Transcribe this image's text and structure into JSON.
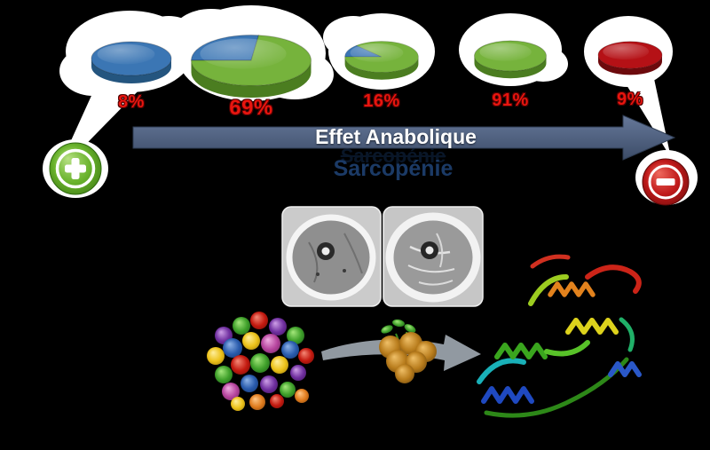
{
  "figure": {
    "arrow_label": "Effet Anabolique",
    "sarcopenia_label": "Sarcopénie",
    "background_color": "#000000",
    "arrow_color": "#44546a",
    "percent_text_color": "#e8150f"
  },
  "icons": {
    "positive": "plus-icon",
    "negative": "minus-icon",
    "positive_color": "#6ab32d",
    "negative_color": "#c01a1a"
  },
  "images": {
    "mri_left": "thigh-mri-cross-section-left",
    "mri_right": "thigh-mri-cross-section-right",
    "molecule_left": "colored-spheres-molecule-cluster",
    "molecule_middle": "amber-spheres-molecule",
    "protein": "protein-ribbon-structure"
  },
  "chart_data": [
    {
      "type": "pie",
      "label": "8%",
      "slices": [
        {
          "name": "blue",
          "color": "#3b76b4",
          "rim": "#24557f",
          "pct": 100
        }
      ]
    },
    {
      "type": "pie",
      "label": "69%",
      "slices": [
        {
          "name": "blue",
          "color": "#3b76b4",
          "rim": "#24557f",
          "pct": 27
        },
        {
          "name": "green",
          "color": "#76b33c",
          "rim": "#4b7d20",
          "pct": 73
        }
      ]
    },
    {
      "type": "pie",
      "label": "16%",
      "slices": [
        {
          "name": "blue",
          "color": "#3b76b4",
          "rim": "#24557f",
          "pct": 13
        },
        {
          "name": "green",
          "color": "#76b33c",
          "rim": "#4b7d20",
          "pct": 87
        }
      ]
    },
    {
      "type": "pie",
      "label": "91%",
      "slices": [
        {
          "name": "green",
          "color": "#76b33c",
          "rim": "#4b7d20",
          "pct": 100
        }
      ]
    },
    {
      "type": "pie",
      "label": "9%",
      "slices": [
        {
          "name": "red",
          "color": "#b51116",
          "rim": "#6d0a0d",
          "pct": 100
        }
      ]
    }
  ]
}
